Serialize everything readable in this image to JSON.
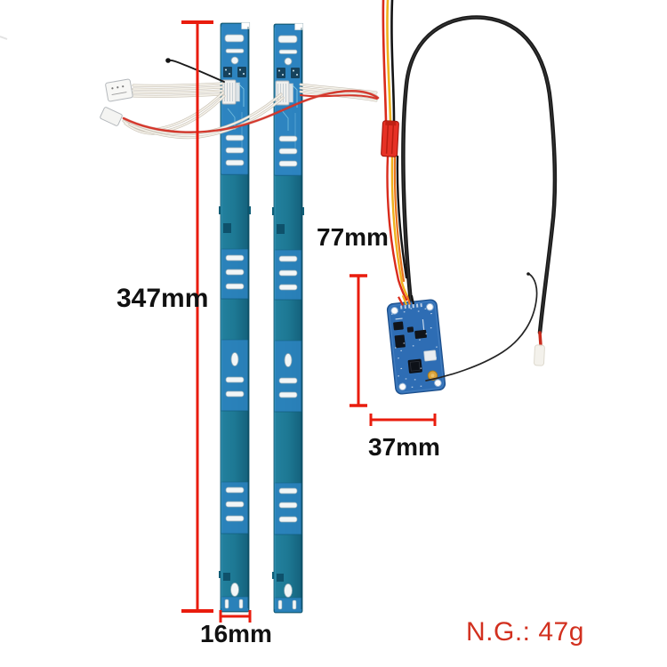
{
  "annotations": {
    "strip_length_label": "347mm",
    "strip_width_label": "16mm",
    "board_length_label": "77mm",
    "board_width_label": "37mm",
    "weight_label": "N.G.: 47g"
  },
  "colors": {
    "background": "#ffffff",
    "dimension_line": "#e91c0d",
    "dimension_label_text": "#111111",
    "weight_label_text": "#d2301f",
    "strip_blue_panel": "#2e85c3",
    "strip_teal_body": "#1a7d9d",
    "slot_cutout": "#f2f6f7",
    "controller_pcb_blue": "#2e6db4",
    "wire_red": "#d5372b",
    "wire_yellow": "#f0b11c",
    "wire_orange": "#e8731e",
    "wire_black": "#1a1a1a",
    "wire_white": "#f4f1e9",
    "jst_connector_red": "#e63125",
    "antenna_connector_gold": "#d9a33c"
  }
}
